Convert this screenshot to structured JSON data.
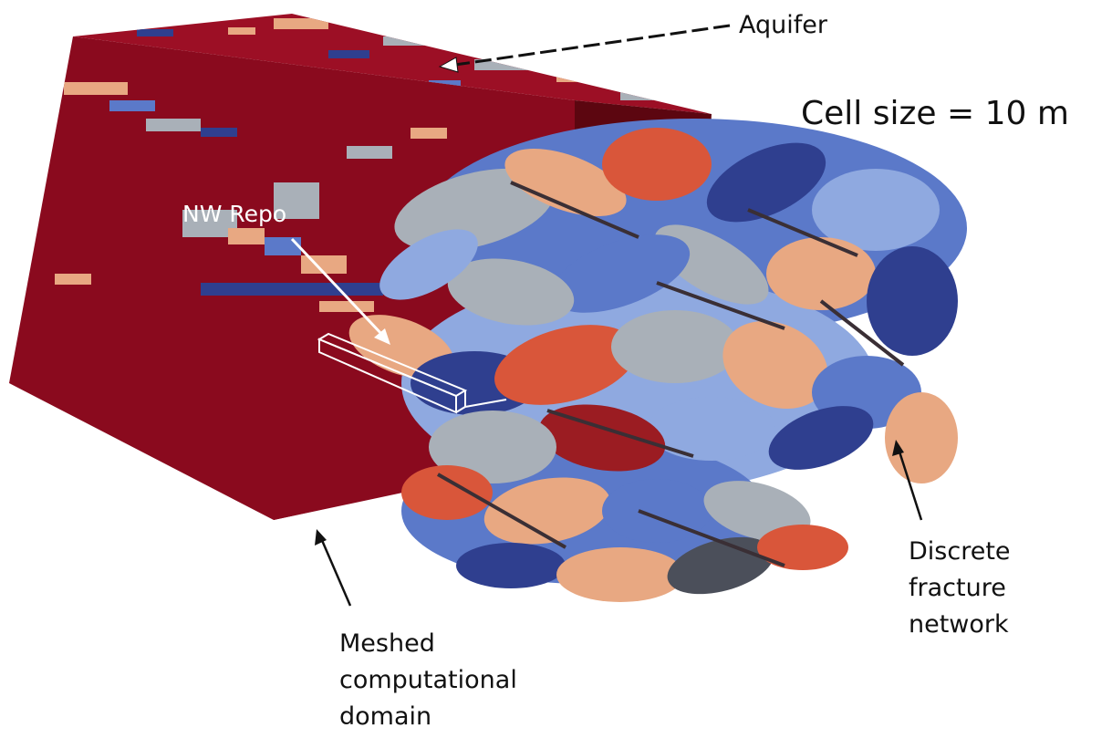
{
  "labels": {
    "aquifer": "Aquifer",
    "cell_size": "Cell size = 10 m",
    "nw_repo": "NW Repo",
    "meshed_domain": [
      "Meshed",
      "computational",
      "domain"
    ],
    "dfn": [
      "Discrete",
      "fracture",
      "network"
    ]
  },
  "colors": {
    "domain_front": "#8a0a1e",
    "domain_side": "#5c0610",
    "domain_top": "#9c0f25",
    "dark_blue": "#2f3f8f",
    "mid_blue": "#5b79c9",
    "light_blue": "#8fa9e0",
    "grey": "#a9b0b8",
    "tan": "#e8a882",
    "orange_red": "#d9563a",
    "dark_red": "#9b1c22",
    "dark_grey": "#4b4f5a"
  }
}
